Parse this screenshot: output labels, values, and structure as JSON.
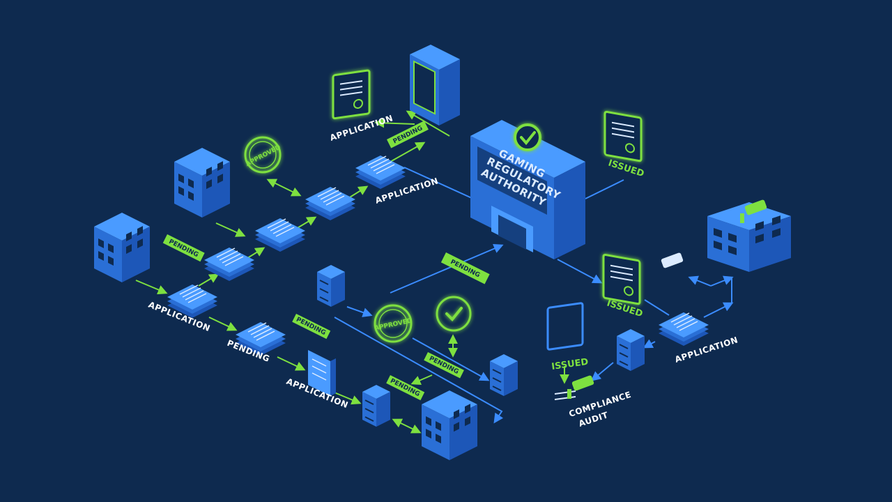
{
  "authority": {
    "line1": "GAMING",
    "line2": "REGULATORY",
    "line3": "AUTHORITY"
  },
  "labels": {
    "application": "APPLICATION",
    "pending": "PENDING",
    "issued": "ISSUED",
    "approved": "APPROVED",
    "compliance_line1": "COMPLIANCE",
    "compliance_line2": "AUDIT"
  },
  "colors": {
    "background": "#0e2a4f",
    "blue": "#2f7cf0",
    "green": "#7ee040"
  }
}
